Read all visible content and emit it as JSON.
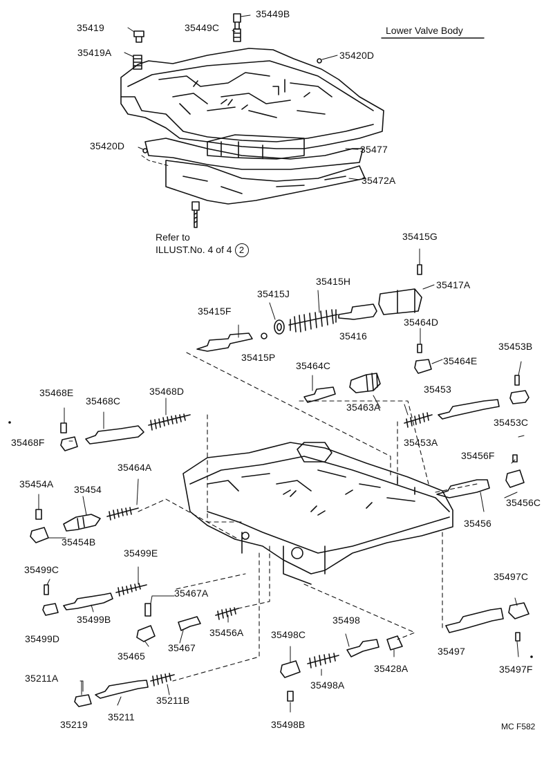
{
  "header": {
    "title": "Lower Valve Body"
  },
  "reference": {
    "line1": "Refer to",
    "line2": "ILLUST.No. 4 of 4",
    "badge": "2"
  },
  "footer": {
    "code": "MC F582"
  },
  "parts": {
    "p35419": "35419",
    "p35419A": "35419A",
    "p35449B": "35449B",
    "p35449C": "35449C",
    "p35420D_top": "35420D",
    "p35420D_left": "35420D",
    "p35477": "35477",
    "p35472A": "35472A",
    "p35415G": "35415G",
    "p35415H": "35415H",
    "p35415J": "35415J",
    "p35417A": "35417A",
    "p35415F": "35415F",
    "p35416": "35416",
    "p35415P": "35415P",
    "p35464D": "35464D",
    "p35464E": "35464E",
    "p35464C": "35464C",
    "p35463A": "35463A",
    "p35453B": "35453B",
    "p35453": "35453",
    "p35453C": "35453C",
    "p35453A": "35453A",
    "p35468E": "35468E",
    "p35468C": "35468C",
    "p35468D": "35468D",
    "p35468F": "35468F",
    "p35456F": "35456F",
    "p35456C": "35456C",
    "p35456": "35456",
    "p35454A": "35454A",
    "p35454": "35454",
    "p35464A": "35464A",
    "p35454B": "35454B",
    "p35499E": "35499E",
    "p35499C": "35499C",
    "p35467A": "35467A",
    "p35499B": "35499B",
    "p35499D": "35499D",
    "p35456A": "35456A",
    "p35465": "35465",
    "p35467": "35467",
    "p35498": "35498",
    "p35498C": "35498C",
    "p35428A": "35428A",
    "p35498A": "35498A",
    "p35497C": "35497C",
    "p35497": "35497",
    "p35497F": "35497F",
    "p35211A": "35211A",
    "p35211B": "35211B",
    "p35219": "35219",
    "p35211": "35211",
    "p35498B": "35498B"
  }
}
